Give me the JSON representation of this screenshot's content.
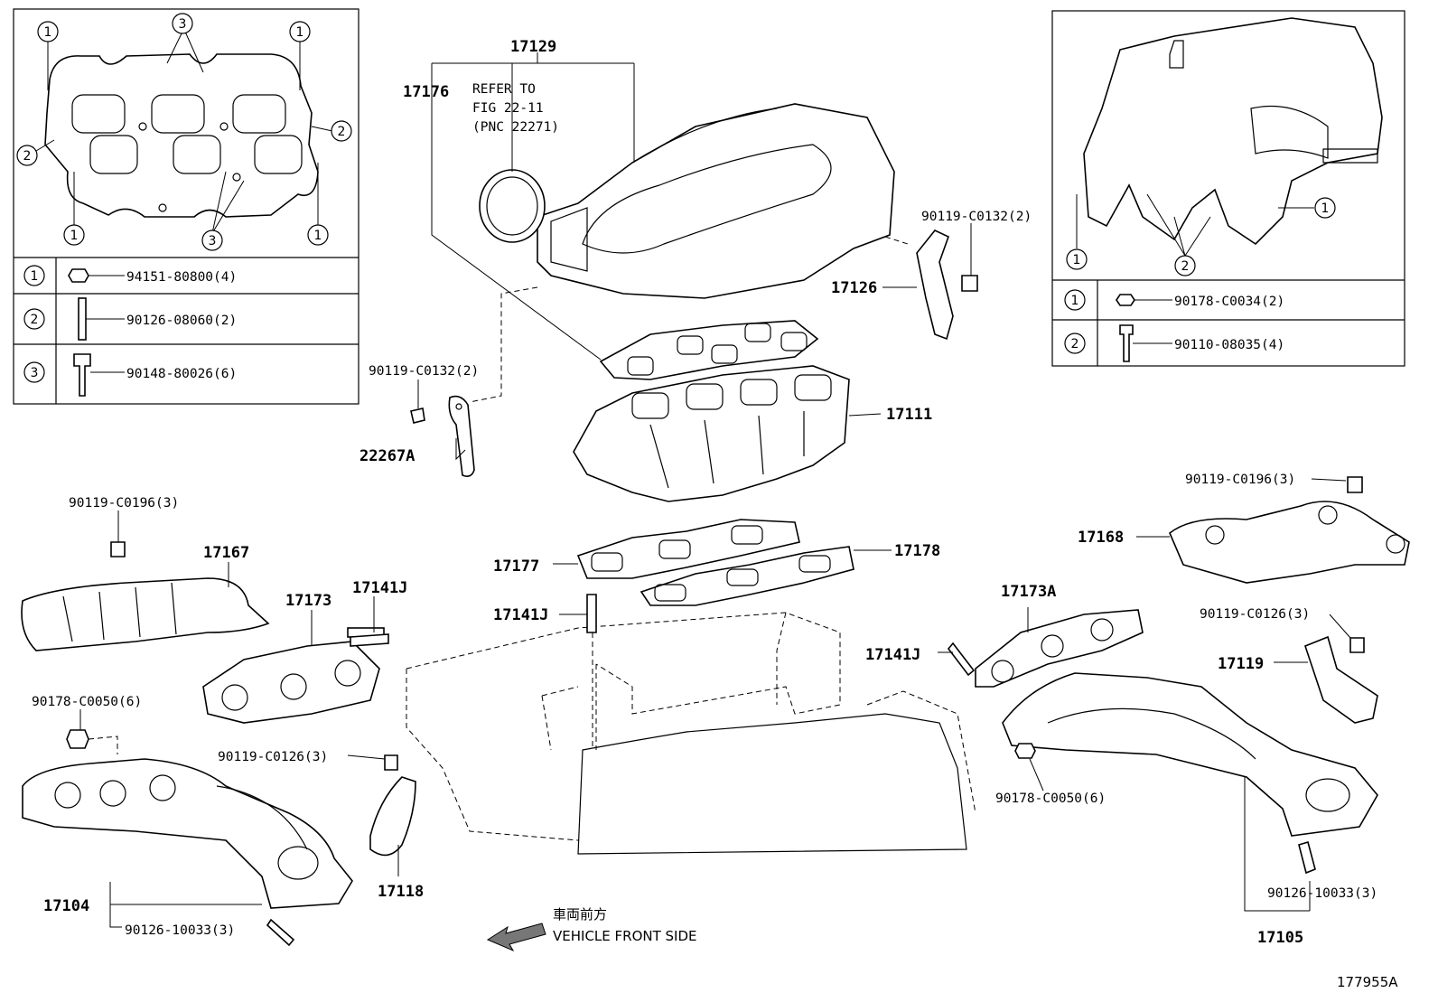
{
  "figure_id": "177955A",
  "front_label_jp": "車両前方",
  "front_label_en": "VEHICLE FRONT SIDE",
  "refer_note": [
    "REFER TO",
    "FIG 22-11",
    "(PNC 22271)"
  ],
  "left_table": {
    "callouts": [
      "1",
      "2",
      "3"
    ],
    "rows": [
      {
        "num": "1",
        "part": "94151-80800(4)"
      },
      {
        "num": "2",
        "part": "90126-08060(2)"
      },
      {
        "num": "3",
        "part": "90148-80026(6)"
      }
    ]
  },
  "right_table": {
    "callouts": [
      "1",
      "2"
    ],
    "rows": [
      {
        "num": "1",
        "part": "90178-C0034(2)"
      },
      {
        "num": "2",
        "part": "90110-08035(4)"
      }
    ]
  },
  "labels": {
    "p17129": "17129",
    "p17176": "17176",
    "p17126": "17126",
    "p90119_c0132_a": "90119-C0132(2)",
    "p90119_c0132_b": "90119-C0132(2)",
    "p22267a": "22267A",
    "p17111": "17111",
    "p17177": "17177",
    "p17178": "17178",
    "p17141j_a": "17141J",
    "p17141j_b": "17141J",
    "p17141j_c": "17141J",
    "p90119_c0196_a": "90119-C0196(3)",
    "p90119_c0196_b": "90119-C0196(3)",
    "p17167": "17167",
    "p17173": "17173",
    "p17173a": "17173A",
    "p17168": "17168",
    "p90119_c0126_a": "90119-C0126(3)",
    "p90119_c0126_b": "90119-C0126(3)",
    "p17119": "17119",
    "p90178_c0050_a": "90178-C0050(6)",
    "p90178_c0050_b": "90178-C0050(6)",
    "p17118": "17118",
    "p17104": "17104",
    "p17105": "17105",
    "p90126_10033_a": "90126-10033(3)",
    "p90126_10033_b": "90126-10033(3)"
  }
}
